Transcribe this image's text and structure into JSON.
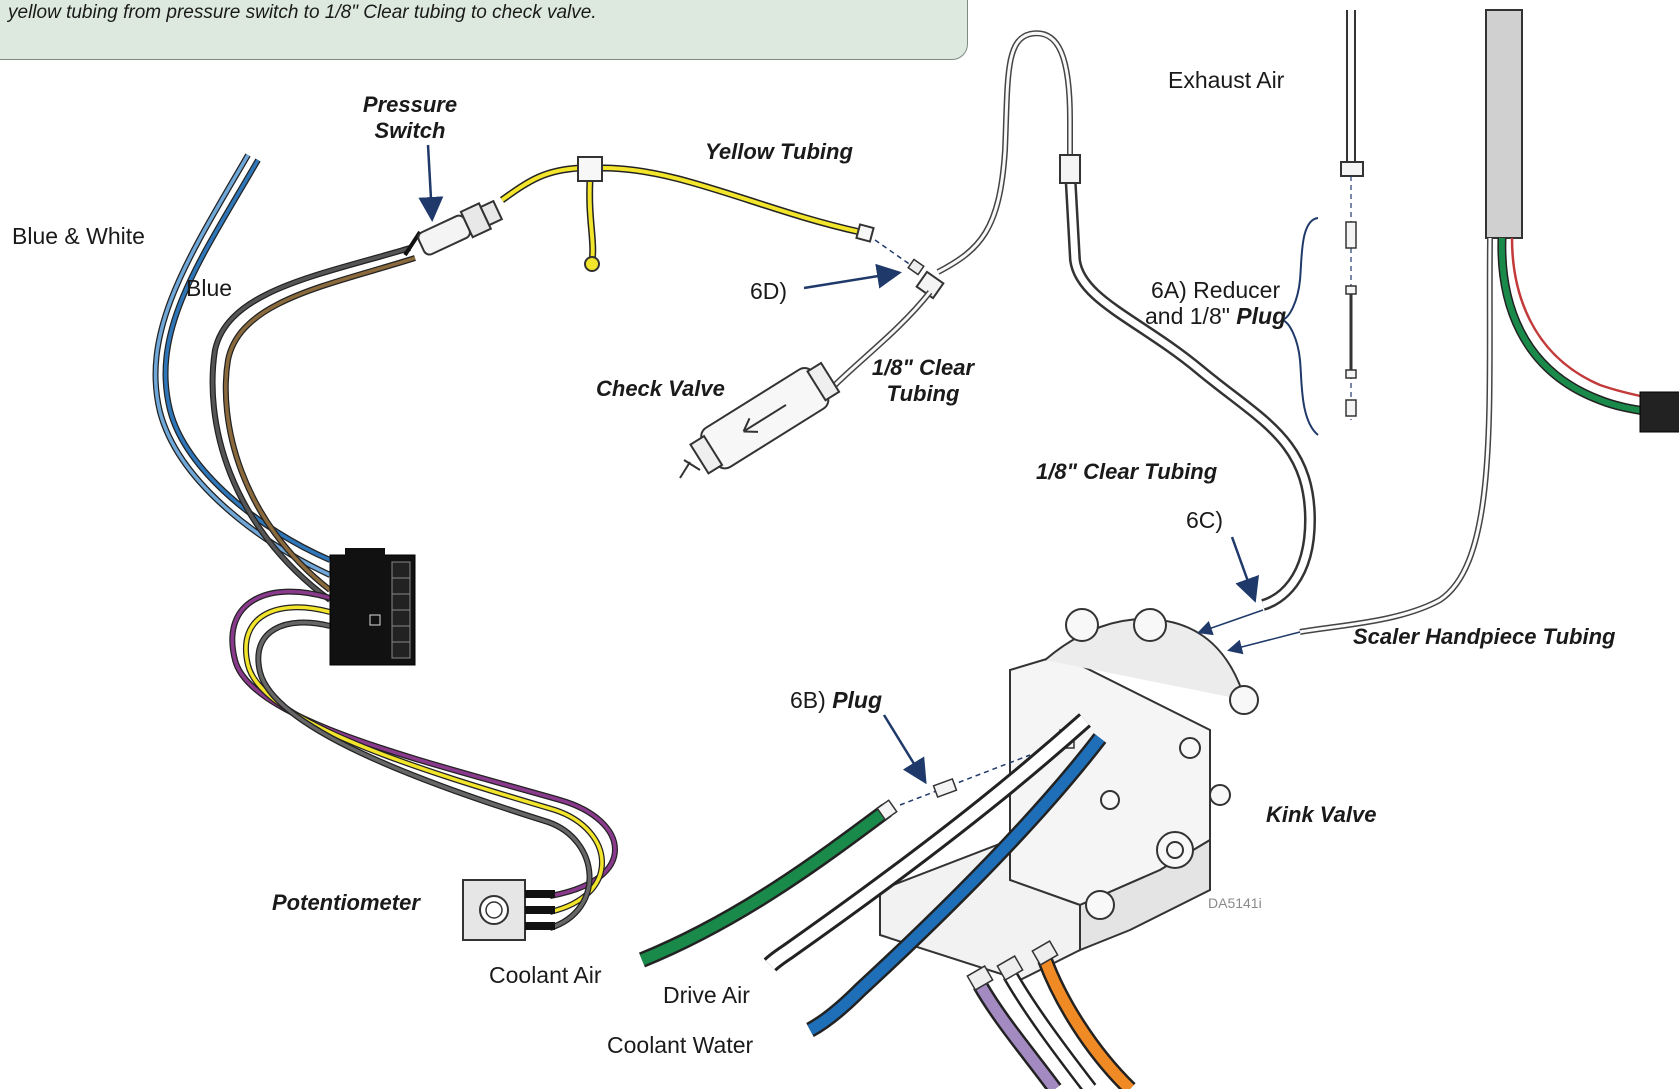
{
  "note": {
    "text": "yellow tubing from pressure switch to 1/8\" Clear tubing to check valve."
  },
  "labels": {
    "pressure_switch_line1": "Pressure",
    "pressure_switch_line2": "Switch",
    "yellow_tubing": "Yellow Tubing",
    "blue_white": "Blue & White",
    "blue": "Blue",
    "step_6d": "6D)",
    "check_valve": "Check Valve",
    "clear_tubing_small_line1": "1/8\" Clear",
    "clear_tubing_small_line2": "Tubing",
    "exhaust_air": "Exhaust Air",
    "step_6a_line1": "6A) Reducer",
    "step_6a_line2_prefix": "and 1/8\"",
    "step_6a_line2_emph": "Plug",
    "clear_tubing_large": "1/8\" Clear Tubing",
    "step_6c": "6C)",
    "scaler_handpiece_tubing": "Scaler Handpiece Tubing",
    "step_6b_prefix": "6B)",
    "step_6b_emph": "Plug",
    "kink_valve": "Kink Valve",
    "potentiometer": "Potentiometer",
    "diagram_id": "DA5141i",
    "coolant_air": "Coolant Air",
    "drive_air": "Drive Air",
    "coolant_water": "Coolant Water"
  },
  "colors": {
    "note_background": "#dde9de",
    "yellow_tubing": "#f2e52b",
    "blue_wire": "#2e76b8",
    "brown_wire": "#8a6a3c",
    "gray_wire": "#505050",
    "purple_wire": "#8a3a8c",
    "green_tube": "#1a8a4a",
    "blue_tube": "#1f6fb8",
    "orange_tube": "#f08a24",
    "lavender_tube": "#a38ac0",
    "arrow_navy": "#1f3a6a"
  }
}
